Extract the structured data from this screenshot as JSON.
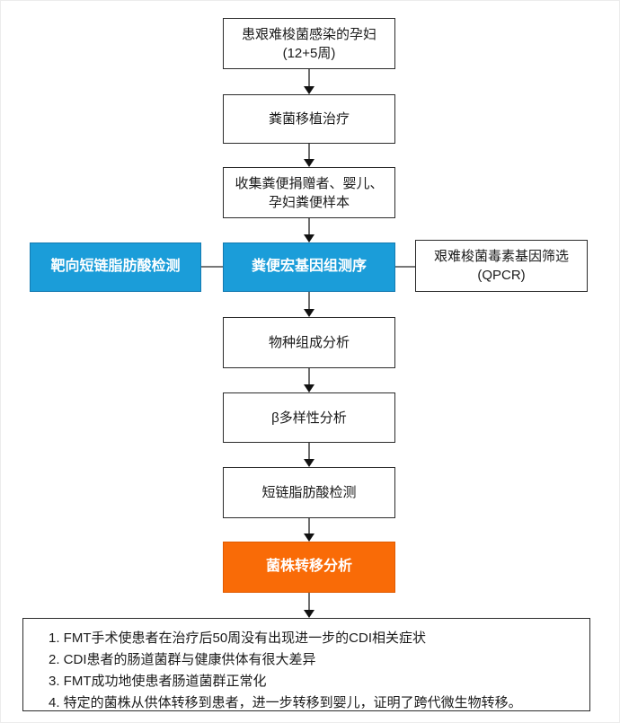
{
  "title": "FMT流程图",
  "colors": {
    "blue_fill": "#1b9dd9",
    "blue_border": "#1379b0",
    "orange_fill": "#f96b07",
    "orange_border": "#e05a00",
    "line": "#4a4a4a",
    "arrowhead": "#111111",
    "box_border": "#2b2b2b"
  },
  "nodes": {
    "patient": {
      "label": "患艰难梭菌感染的孕妇\n(12+5周)"
    },
    "fmt": {
      "label": "粪菌移植治疗"
    },
    "collect": {
      "label": "收集粪便捐赠者、婴儿、\n孕妇粪便样本"
    },
    "scfa_targeted": {
      "label": "靶向短链脂肪酸检测"
    },
    "metagenome": {
      "label": "粪便宏基因组测序"
    },
    "qpcr": {
      "label": "艰难梭菌毒素基因筛选\n(QPCR)"
    },
    "species": {
      "label": "物种组成分析"
    },
    "beta": {
      "label": "β多样性分析"
    },
    "scfa": {
      "label": "短链脂肪酸检测"
    },
    "strain": {
      "label": "菌株转移分析"
    }
  },
  "conclusions": {
    "lines": [
      "1. FMT手术使患者在治疗后50周没有出现进一步的CDI相关症状",
      "2. CDI患者的肠道菌群与健康供体有很大差异",
      "3. FMT成功地使患者肠道菌群正常化",
      "4. 特定的菌株从供体转移到患者，进一步转移到婴儿，证明了跨代微生物转移。"
    ]
  }
}
